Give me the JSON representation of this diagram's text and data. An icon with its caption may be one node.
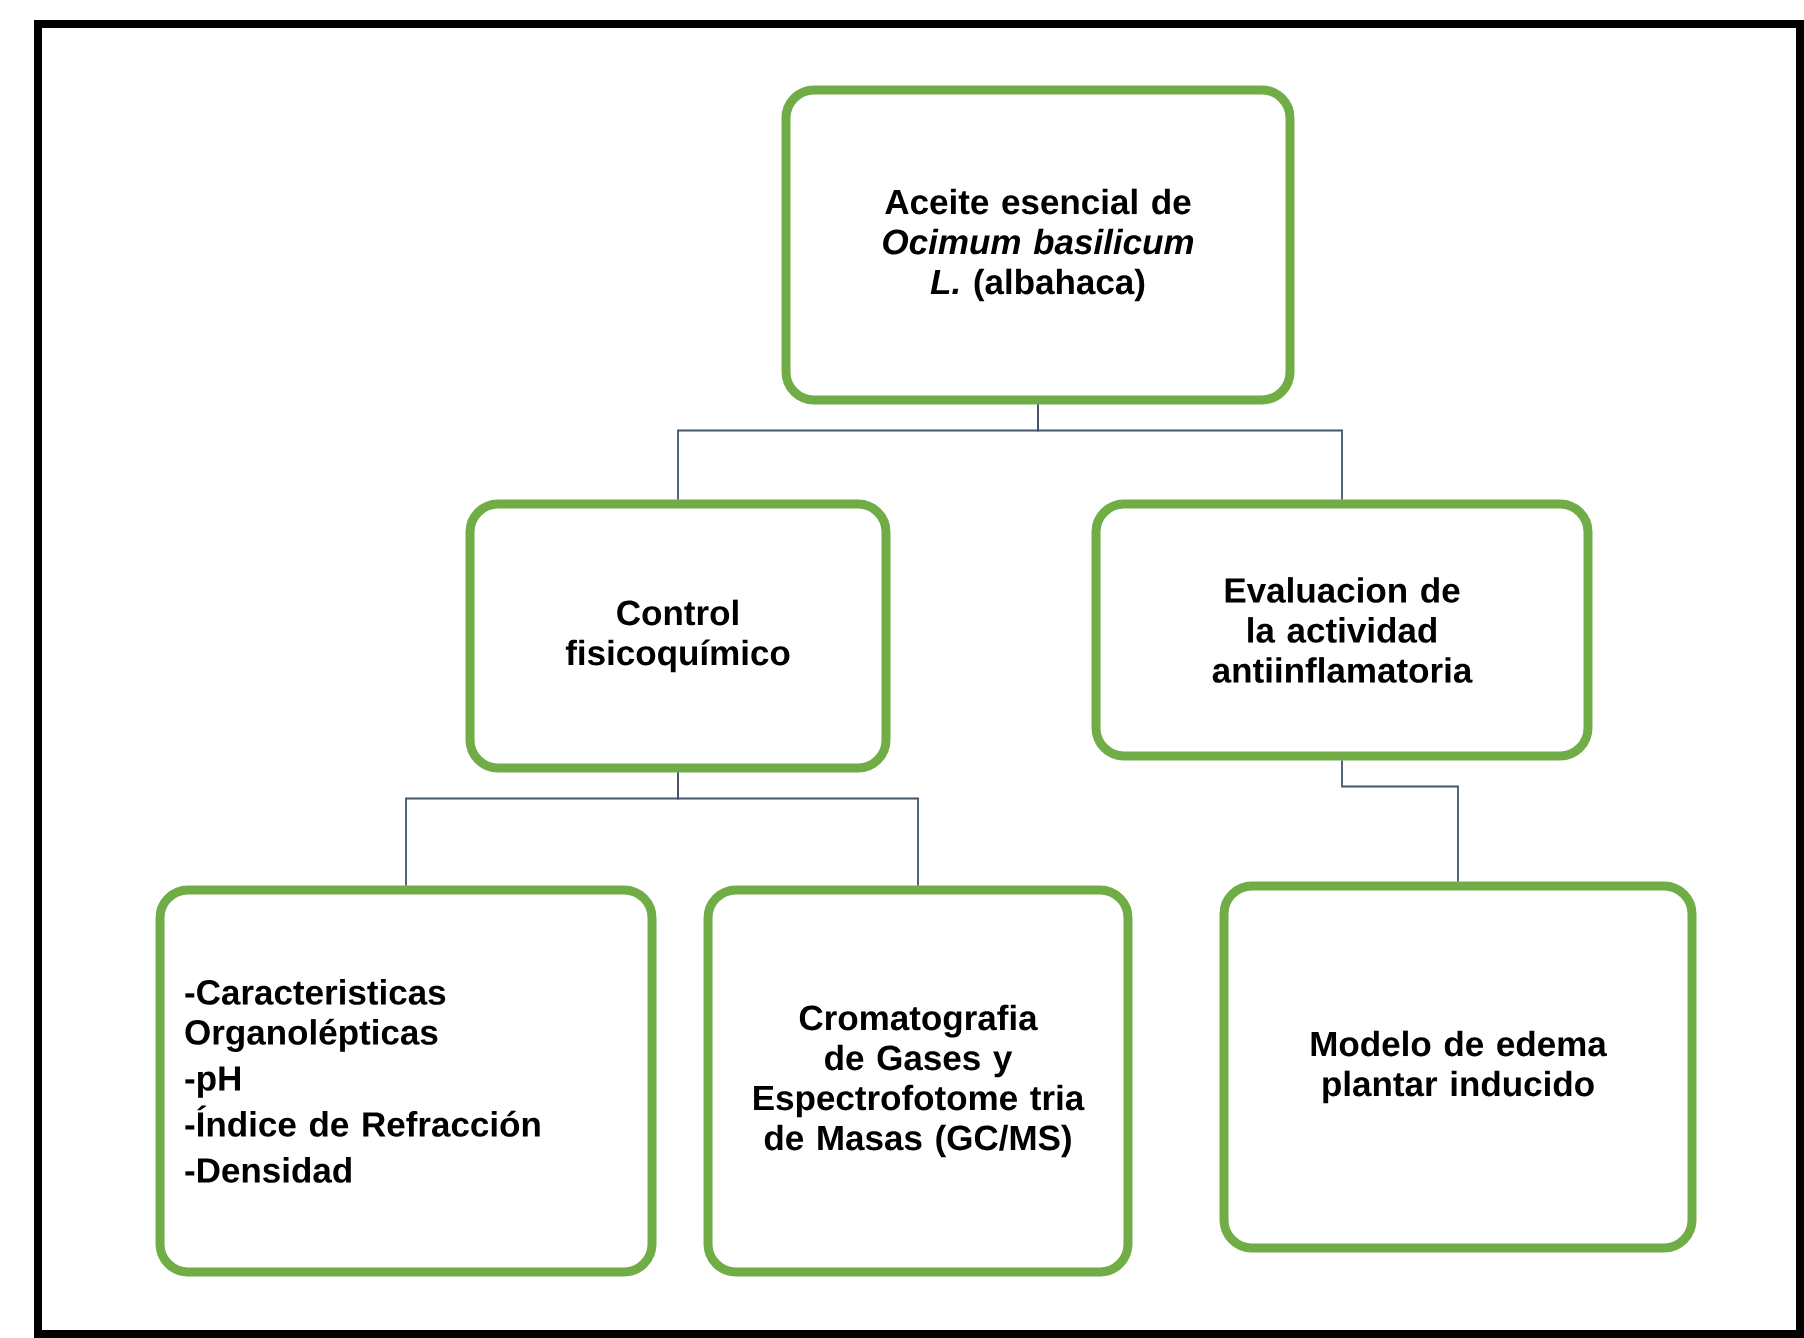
{
  "diagram": {
    "nodes": [
      {
        "text": [
          "Aceite esencial de *Ocimum basilicum L.* (albahaca)"
        ]
      },
      {
        "text": [
          "Control fisicoquímico"
        ]
      },
      {
        "text": [
          "Evaluacion de la actividad antiinflamatoria"
        ]
      },
      {
        "text": [
          "-Caracteristicas Organolépticas",
          "-pH",
          "-Índice de Refracción",
          "-Densidad"
        ]
      },
      {
        "text": [
          "Cromatografia de Gases y Espectrofotome tria de Masas (GC/MS)"
        ]
      },
      {
        "text": [
          "Modelo de edema plantar inducido"
        ]
      }
    ],
    "edges": [
      {
        "from": 0,
        "to": 1,
        "arrow": "none"
      },
      {
        "from": 0,
        "to": 2,
        "arrow": "none"
      },
      {
        "from": 1,
        "to": 3,
        "arrow": "none"
      },
      {
        "from": 1,
        "to": 4,
        "arrow": "none"
      },
      {
        "from": 2,
        "to": 5,
        "arrow": "none"
      }
    ]
  }
}
